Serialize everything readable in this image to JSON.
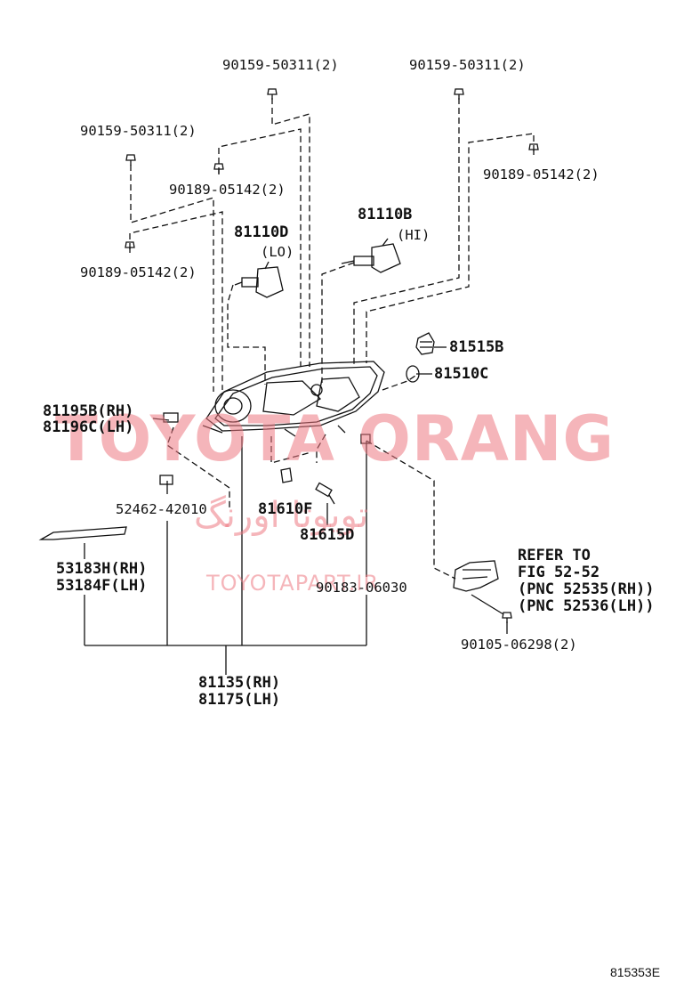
{
  "labels": {
    "bolt_top_left": "90159-50311(2)",
    "bolt_top_right": "90159-50311(2)",
    "bolt_left": "90159-50311(2)",
    "screw_mid": "90189-05142(2)",
    "screw_right": "90189-05142(2)",
    "screw_left": "90189-05142(2)",
    "bulb_hi_part": "81110B",
    "bulb_hi_note": "(HI)",
    "bulb_lo_part": "81110D",
    "bulb_lo_note": "(LO)",
    "socket_part": "81515B",
    "cap_part": "81510C",
    "bracket_rh": "81195B(RH)",
    "bracket_lh": "81196C(LH)",
    "clip_part": "52462-42010",
    "side_bulb_part": "81610F",
    "side_socket_part": "81615D",
    "retainer_part": "90183-06030",
    "trim_rh": "53183H(RH)",
    "trim_lh": "53184F(LH)",
    "refer_1": "REFER TO",
    "refer_2": "FIG 52-52",
    "refer_3": "(PNC 52535(RH))",
    "refer_4": "(PNC 52536(LH))",
    "bracket_bolt": "90105-06298(2)",
    "assy_rh": "81135(RH)",
    "assy_lh": "81175(LH)"
  },
  "watermark": {
    "main": "TOYOTA ORANG",
    "arabic": "تويوتا اورنگ",
    "site": "TOYOTAPART.IR"
  },
  "figure_id": "815353E",
  "colors": {
    "line": "#111111",
    "watermark": "#ec7882"
  }
}
